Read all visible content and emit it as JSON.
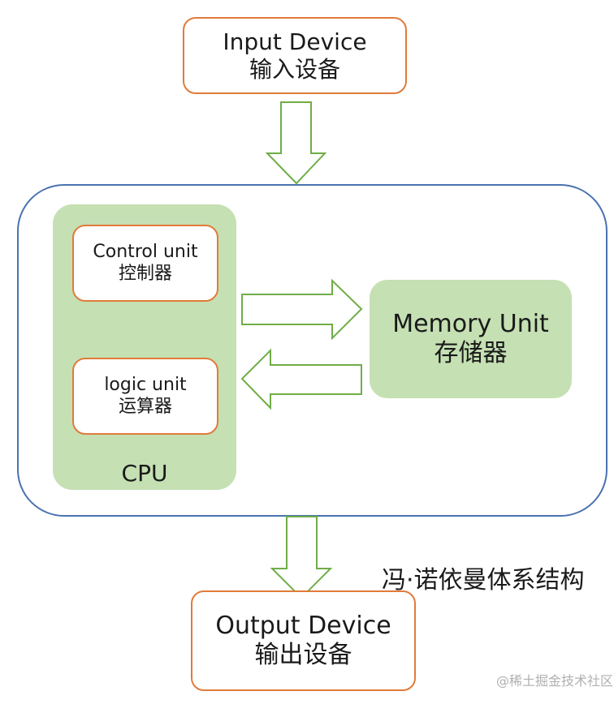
{
  "input_device": {
    "en": "Input Device",
    "zh": "输入设备"
  },
  "output_device": {
    "en": "Output Device",
    "zh": "输出设备"
  },
  "cpu": {
    "label": "CPU",
    "control_unit": {
      "en": "Control unit",
      "zh": "控制器"
    },
    "logic_unit": {
      "en": "logic unit",
      "zh": "运算器"
    }
  },
  "memory_unit": {
    "en": "Memory Unit",
    "zh": "存储器"
  },
  "caption": "冯·诺依曼体系结构",
  "watermark": "@稀土掘金技术社区",
  "colors": {
    "box_border": "#e07b39",
    "container_border": "#4a72b0",
    "green_fill": "#c5e0b3",
    "arrow_stroke": "#70ad47"
  }
}
